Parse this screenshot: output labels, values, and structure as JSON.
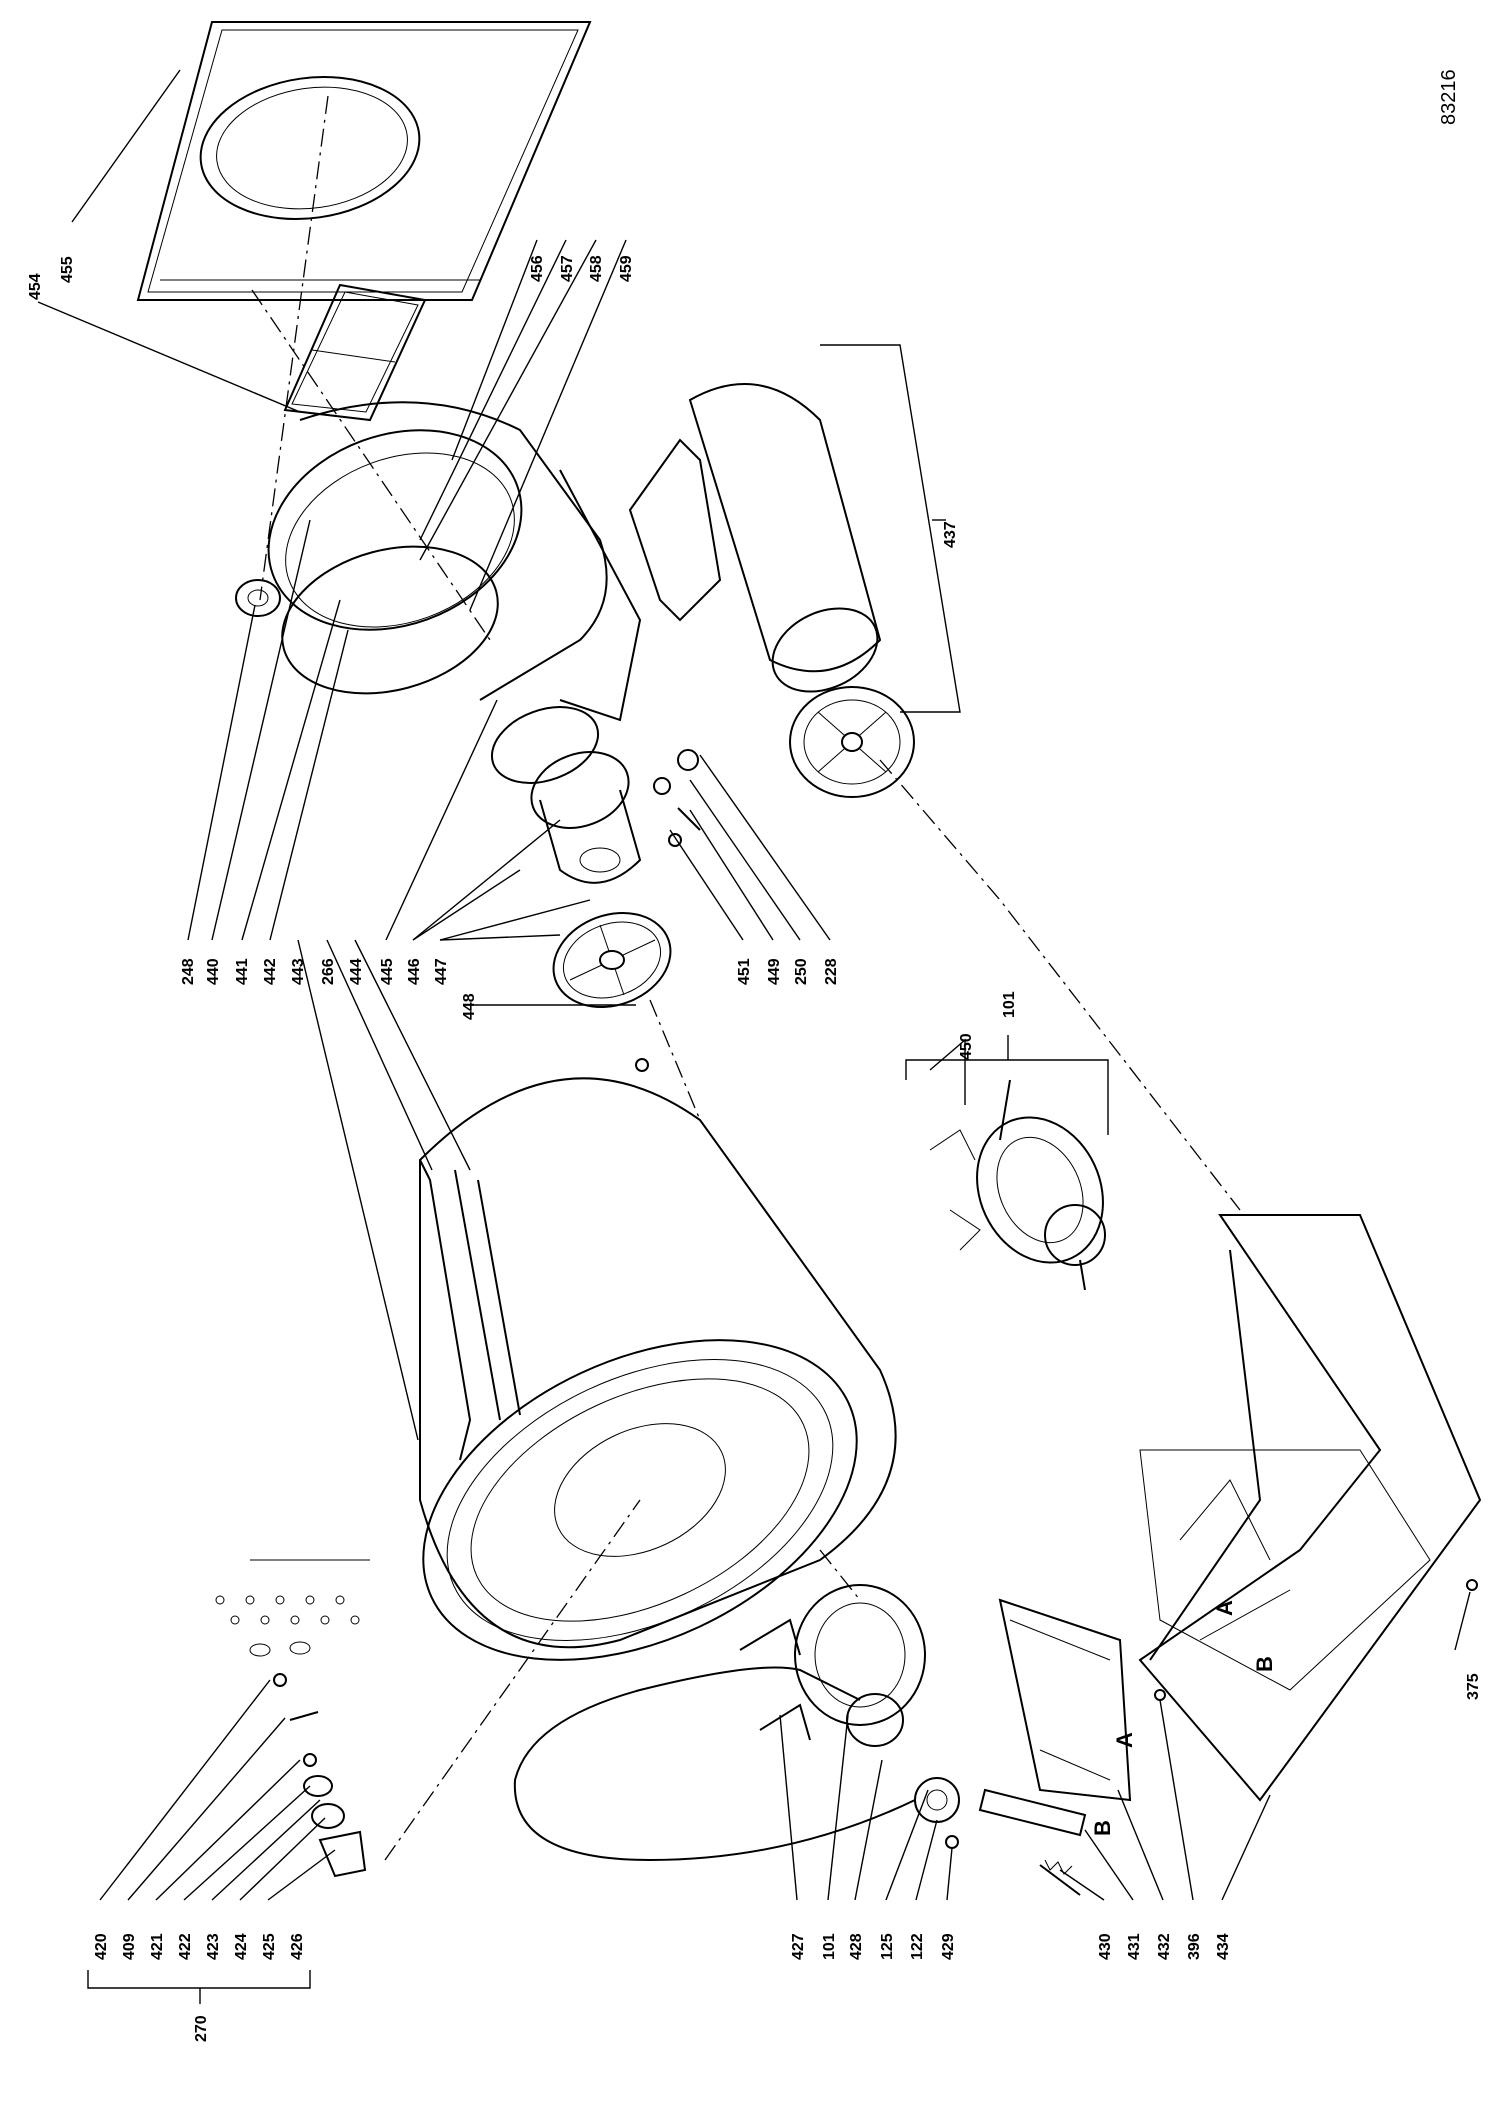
{
  "document": {
    "number": "83216"
  },
  "callouts": {
    "c454": "454",
    "c455": "455",
    "c456": "456",
    "c457": "457",
    "c458": "458",
    "c459": "459",
    "c437": "437",
    "c248": "248",
    "c440": "440",
    "c441": "441",
    "c442": "442",
    "c443": "443",
    "c266": "266",
    "c444": "444",
    "c445": "445",
    "c446": "446",
    "c447": "447",
    "c448": "448",
    "c451": "451",
    "c449": "449",
    "c250": "250",
    "c228": "228",
    "c101top": "101",
    "c450": "450",
    "c420": "420",
    "c409": "409",
    "c421": "421",
    "c422": "422",
    "c423": "423",
    "c424": "424",
    "c425": "425",
    "c426": "426",
    "c270": "270",
    "c427": "427",
    "c101": "101",
    "c428": "428",
    "c125": "125",
    "c122": "122",
    "c429": "429",
    "c430": "430",
    "c431": "431",
    "c432": "432",
    "c396": "396",
    "c434": "434",
    "c375": "375"
  },
  "letters": {
    "a1": "A",
    "b1": "B",
    "a2": "A",
    "b2": "B"
  }
}
